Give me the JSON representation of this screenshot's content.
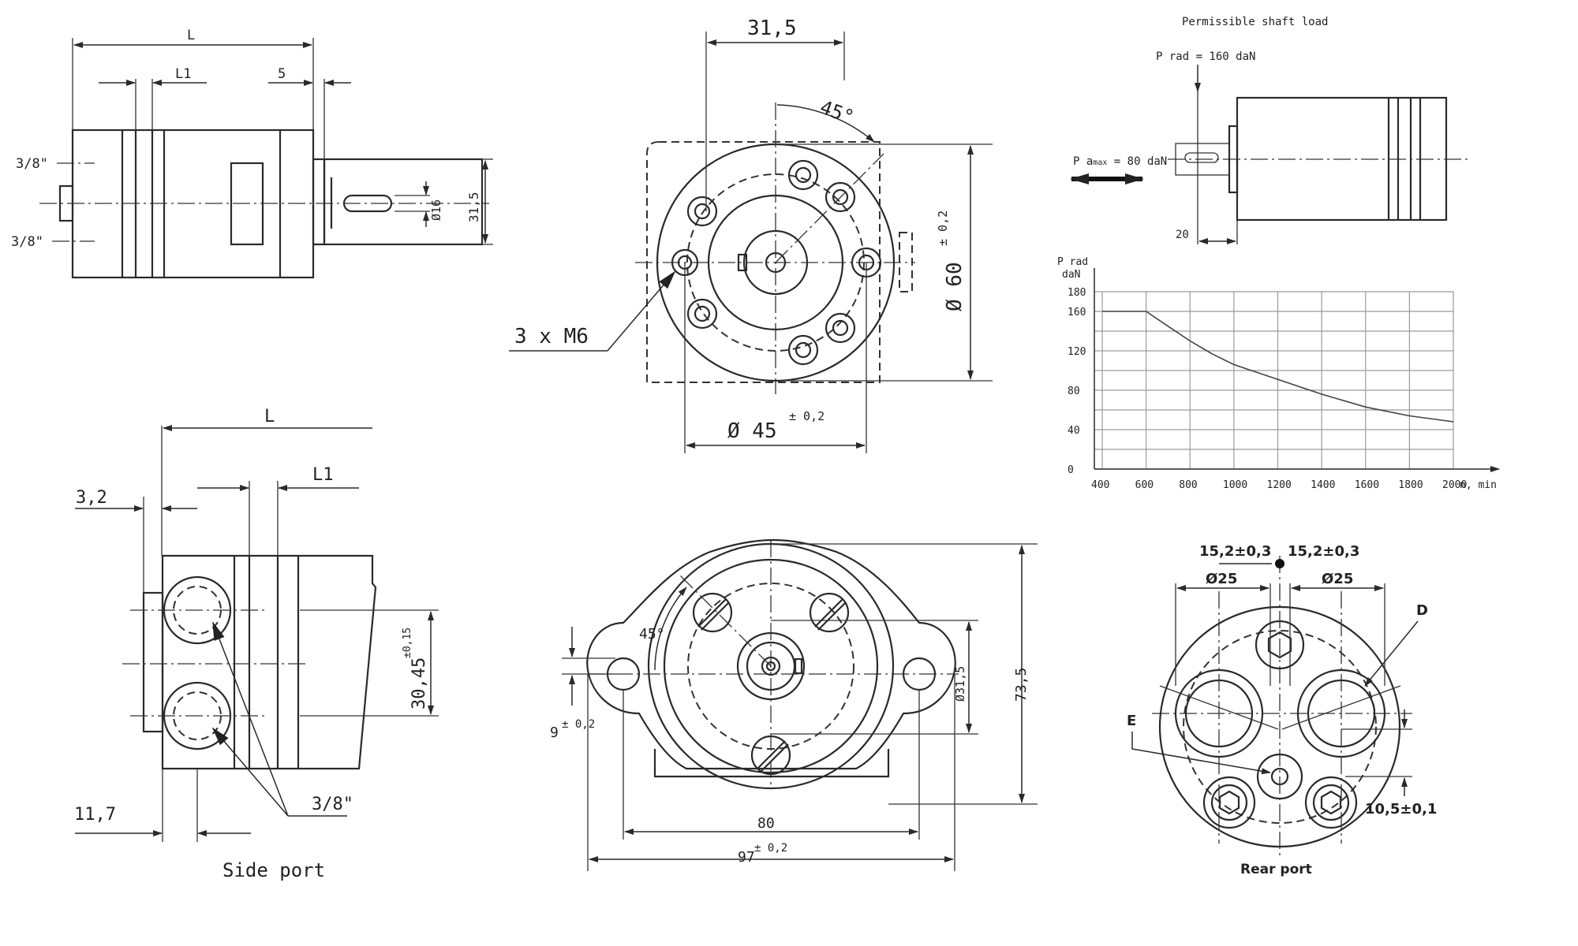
{
  "side_view": {
    "dim_L": "L",
    "dim_L1": "L1",
    "dim_5": "5",
    "port_upper": "3/8\"",
    "port_lower": "3/8\"",
    "shaft_dia": "Ø16",
    "shaft_height": "31,5"
  },
  "front_view": {
    "dim_top": "31,5",
    "angle": "45°",
    "bolts": "3 x M6",
    "dia_60": "Ø 60",
    "tol_60": "± 0,2",
    "dia_45": "Ø 45",
    "tol_45": "± 0,2"
  },
  "side_port_view": {
    "dim_L": "L",
    "dim_L1": "L1",
    "dim_3_2": "3,2",
    "dim_30_45": "30,45",
    "tol_30_45": "±0,15",
    "dim_11_7": "11,7",
    "port": "3/8\"",
    "caption": "Side port"
  },
  "flange_view": {
    "angle": "45°",
    "dim_9": "9",
    "tol_9": "± 0,2",
    "dim_31_5": "Ø31,5",
    "dim_73_5": "73,5",
    "dim_80": "80",
    "dim_97": "97",
    "tol_97": "± 0,2"
  },
  "shaft_load": {
    "title": "Permissible shaft load",
    "p_rad": "P rad = 160 daN",
    "p_amax": "P a",
    "p_amax_sub": "max",
    "p_amax_value": "= 80 daN",
    "dim_20": "20"
  },
  "rear_port": {
    "dim_left": "15,2±0,3",
    "dim_right": "15,2±0,3",
    "dia_left": "Ø25",
    "dia_right": "Ø25",
    "label_D": "D",
    "label_E": "E",
    "dim_bottom": "10,5±0,1",
    "caption": "Rear port"
  },
  "chart_data": {
    "type": "line",
    "title": "",
    "ylabel": "P rad daN",
    "ylabel_line1": "P rad",
    "ylabel_line2": "daN",
    "xlabel": "n, min",
    "xlim": [
      400,
      2000
    ],
    "ylim": [
      0,
      180
    ],
    "xticks": [
      "400",
      "600",
      "800",
      "1000",
      "1200",
      "1400",
      "1600",
      "1800",
      "2000"
    ],
    "yticks": [
      "0",
      "40",
      "80",
      "120",
      "160",
      "180"
    ],
    "grid": true,
    "series": [
      {
        "x": [
          400,
          600,
          700,
          800,
          900,
          1000,
          1200,
          1400,
          1600,
          1800,
          2000
        ],
        "y": [
          160,
          160,
          145,
          130,
          117,
          106,
          91,
          76,
          63,
          54,
          48
        ]
      }
    ]
  }
}
